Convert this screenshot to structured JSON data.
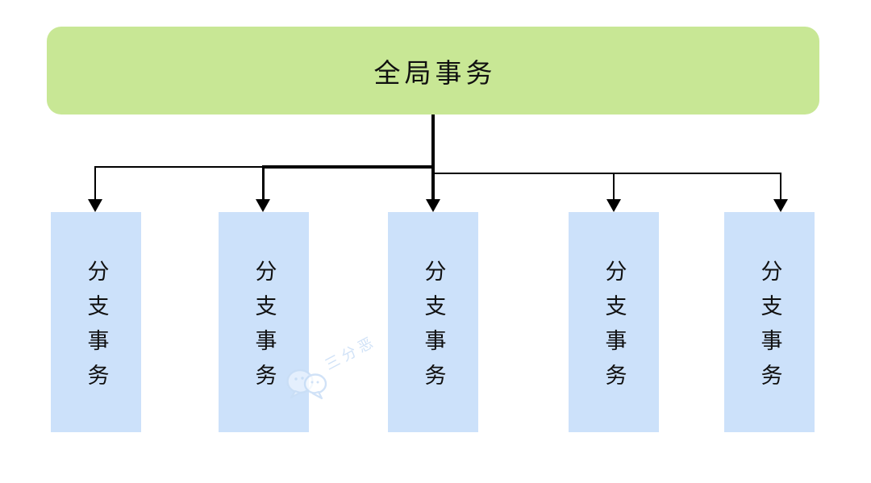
{
  "diagram": {
    "root": {
      "label": "全局事务"
    },
    "children": [
      {
        "label": "分支事务"
      },
      {
        "label": "分支事务"
      },
      {
        "label": "分支事务"
      },
      {
        "label": "分支事务"
      },
      {
        "label": "分支事务"
      }
    ],
    "watermark": {
      "text": "三分恶",
      "icon": "wechat-icon"
    },
    "colors": {
      "root_fill": "#c8e795",
      "branch_fill": "#cce1fa",
      "line": "#000000",
      "watermark": "#c9def6",
      "background": "#ffffff"
    }
  }
}
